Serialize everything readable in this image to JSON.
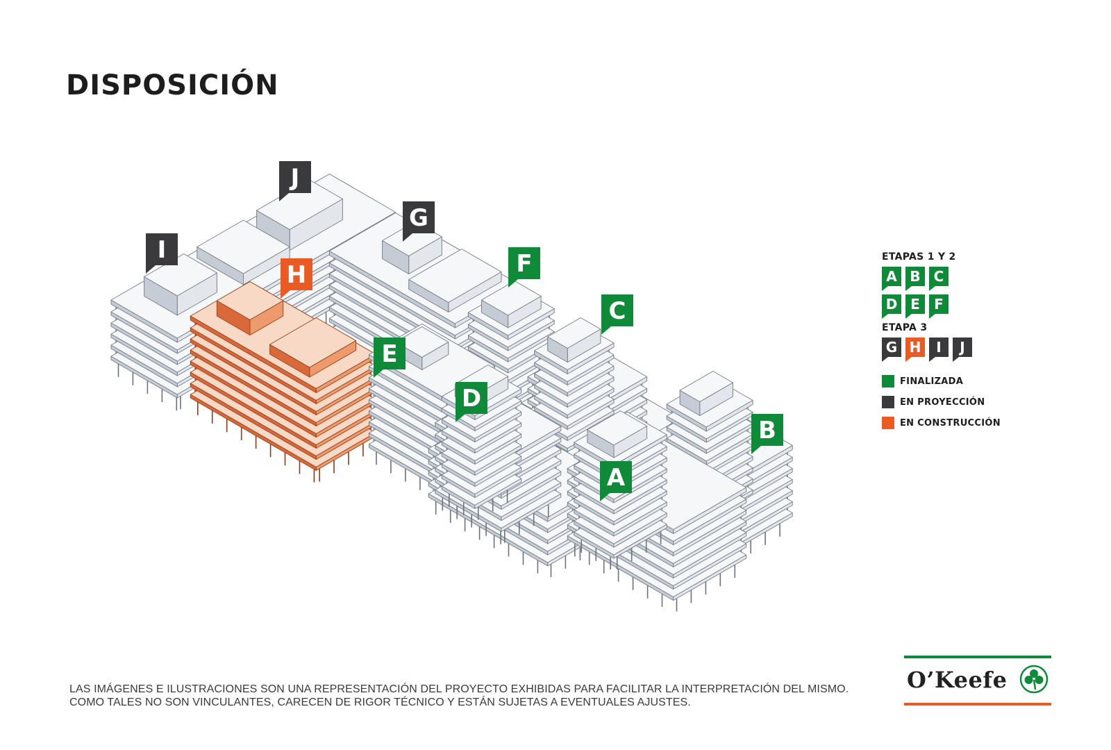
{
  "title": "DISPOSICIÓN",
  "colors": {
    "finalizada": "#0e8a39",
    "proyeccion": "#3a3a3c",
    "construccion": "#ea5b24"
  },
  "buildings": [
    {
      "id": "J",
      "status": "proyeccion"
    },
    {
      "id": "I",
      "status": "proyeccion"
    },
    {
      "id": "G",
      "status": "proyeccion"
    },
    {
      "id": "H",
      "status": "construccion"
    },
    {
      "id": "F",
      "status": "finalizada"
    },
    {
      "id": "C",
      "status": "finalizada"
    },
    {
      "id": "E",
      "status": "finalizada"
    },
    {
      "id": "D",
      "status": "finalizada"
    },
    {
      "id": "B",
      "status": "finalizada"
    },
    {
      "id": "A",
      "status": "finalizada"
    }
  ],
  "legend": {
    "stage12_title": "ETAPAS 1 Y 2",
    "stage12_rows": [
      [
        "A",
        "B",
        "C"
      ],
      [
        "D",
        "E",
        "F"
      ]
    ],
    "stage3_title": "ETAPA 3",
    "stage3_tags": [
      {
        "id": "G",
        "status": "proyeccion"
      },
      {
        "id": "H",
        "status": "construccion"
      },
      {
        "id": "I",
        "status": "proyeccion"
      },
      {
        "id": "J",
        "status": "proyeccion"
      }
    ],
    "keys": [
      {
        "status": "finalizada",
        "label": "FINALIZADA"
      },
      {
        "status": "proyeccion",
        "label": "EN PROYECCIÓN"
      },
      {
        "status": "construccion",
        "label": "EN CONSTRUCCIÓN"
      }
    ]
  },
  "disclaimer": {
    "line1": "LAS IMÁGENES E ILUSTRACIONES SON UNA REPRESENTACIÓN DEL PROYECTO EXHIBIDAS PARA FACILITAR LA INTERPRETACIÓN DEL MISMO.",
    "line2": "COMO TALES NO SON VINCULANTES, CARECEN DE RIGOR TÉCNICO Y ESTÁN SUJETAS A EVENTUALES AJUSTES."
  },
  "logo": {
    "brand": "O’Keefe",
    "icon": "clover-icon"
  }
}
